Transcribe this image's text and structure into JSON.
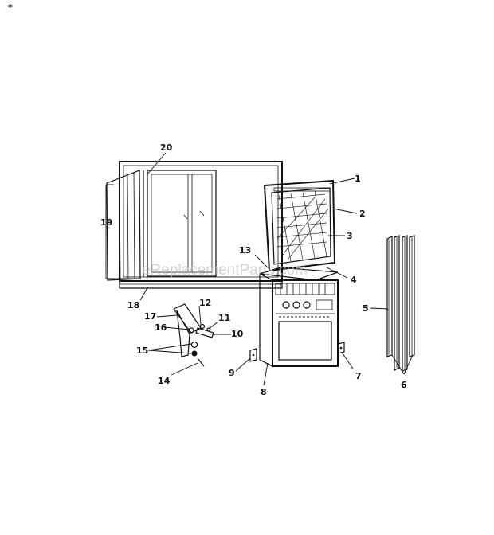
{
  "watermark": "eReplacementParts.com",
  "corner_mark": "*",
  "callouts": {
    "p1": "1",
    "p2": "2",
    "p3": "3",
    "p4": "4",
    "p5": "5",
    "p6": "6",
    "p7": "7",
    "p8": "8",
    "p9": "9",
    "p10": "10",
    "p11": "11",
    "p12": "12",
    "p13": "13",
    "p14": "14",
    "p15": "15",
    "p16": "16",
    "p17": "17",
    "p18": "18",
    "p19": "19",
    "p20": "20"
  }
}
